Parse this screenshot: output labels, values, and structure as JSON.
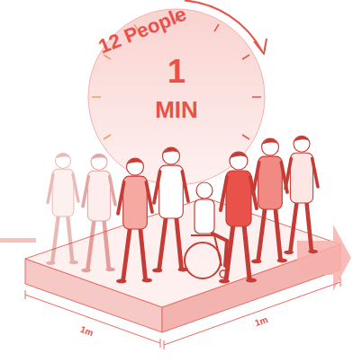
{
  "diagram": {
    "nodes": [
      {
        "text": [
          "12 People",
          "1",
          "MIN"
        ]
      }
    ],
    "labels": [
      "1m",
      "1m"
    ]
  }
}
